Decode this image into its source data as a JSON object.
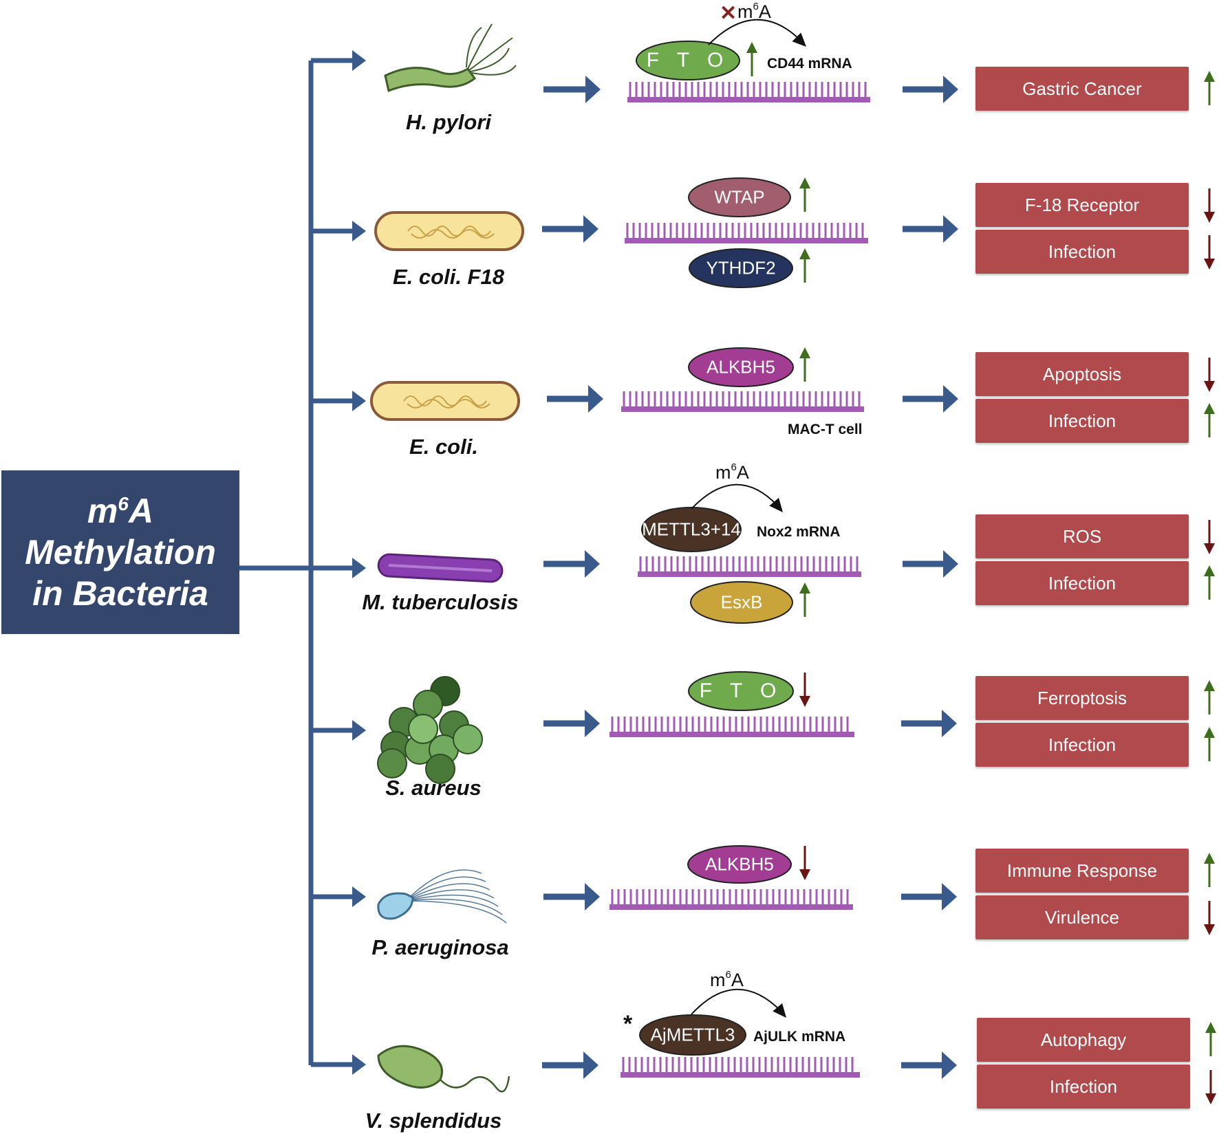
{
  "title": {
    "line1_base": "m",
    "line1_sup": "6",
    "line1_rest": "A",
    "line2": "Methylation",
    "line3": "in Bacteria"
  },
  "m6a": {
    "base": "m",
    "sup": "6",
    "rest": "A"
  },
  "rows": [
    {
      "bacterium": "H. pylori",
      "proteins": [
        "F T O"
      ],
      "gene": "CD44 mRNA",
      "outcomes": [
        {
          "label": "Gastric Cancer",
          "trend": "up"
        }
      ]
    },
    {
      "bacterium": "E. coli. F18",
      "proteins": [
        "WTAP",
        "YTHDF2"
      ],
      "outcomes": [
        {
          "label": "F-18 Receptor",
          "trend": "down"
        },
        {
          "label": "Infection",
          "trend": "down"
        }
      ]
    },
    {
      "bacterium": "E. coli.",
      "proteins": [
        "ALKBH5"
      ],
      "gene": "MAC-T cell",
      "outcomes": [
        {
          "label": "Apoptosis",
          "trend": "down"
        },
        {
          "label": "Infection",
          "trend": "up"
        }
      ]
    },
    {
      "bacterium": "M. tuberculosis",
      "proteins": [
        "METTL3+14",
        "EsxB"
      ],
      "gene": "Nox2 mRNA",
      "outcomes": [
        {
          "label": "ROS",
          "trend": "down"
        },
        {
          "label": "Infection",
          "trend": "up"
        }
      ]
    },
    {
      "bacterium": "S. aureus",
      "proteins": [
        "F T O"
      ],
      "outcomes": [
        {
          "label": "Ferroptosis",
          "trend": "up"
        },
        {
          "label": "Infection",
          "trend": "up"
        }
      ]
    },
    {
      "bacterium": "P. aeruginosa",
      "proteins": [
        "ALKBH5"
      ],
      "outcomes": [
        {
          "label": "Immune Response",
          "trend": "up"
        },
        {
          "label": "Virulence",
          "trend": "down"
        }
      ]
    },
    {
      "bacterium": "V. splendidus",
      "proteins": [
        "AjMETTL3"
      ],
      "gene": "AjULK mRNA",
      "outcomes": [
        {
          "label": "Autophagy",
          "trend": "up"
        },
        {
          "label": "Infection",
          "trend": "down"
        }
      ]
    }
  ],
  "marks": {
    "cross": "✕",
    "star": "*"
  },
  "colors": {
    "navy": "#35466d",
    "arrow": "#3b5a8c",
    "mrna": "#a25ab5",
    "outcome": "#b04a4c",
    "up": "#3d6e1e",
    "down": "#6b1414",
    "fto": "#6faa4c",
    "wtap": "#a05e6e",
    "ythdf2": "#24345e",
    "alkbh5": "#a33d93",
    "mettl": "#4a3325",
    "esxb": "#c9a43a"
  }
}
